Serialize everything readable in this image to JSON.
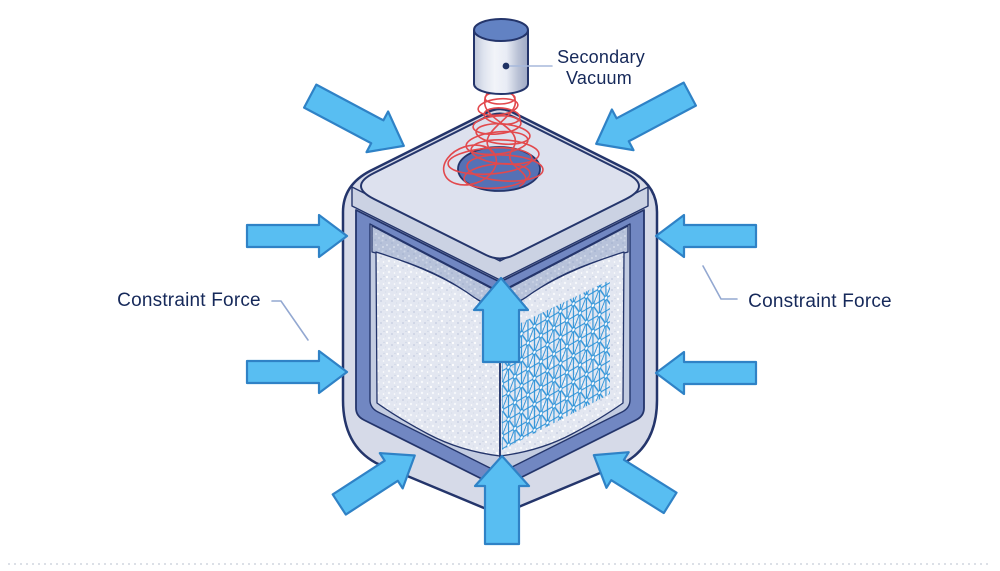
{
  "figure": {
    "type": "isometric-cutaway-diagram",
    "labels": {
      "secondary_vacuum": {
        "line1": "Secondary",
        "line2": "Vacuum"
      },
      "constraint_force_left": "Constraint Force",
      "constraint_force_right": "Constraint Force"
    },
    "arrows": [
      {
        "name": "constraint-arrow-top-left",
        "direction": "down-right"
      },
      {
        "name": "constraint-arrow-top-right",
        "direction": "down-left"
      },
      {
        "name": "constraint-arrow-left-upper",
        "direction": "right"
      },
      {
        "name": "constraint-arrow-left-lower",
        "direction": "right"
      },
      {
        "name": "constraint-arrow-right-upper",
        "direction": "left"
      },
      {
        "name": "constraint-arrow-right-lower",
        "direction": "left"
      },
      {
        "name": "constraint-arrow-bottom-left",
        "direction": "up-right"
      },
      {
        "name": "constraint-arrow-bottom-center",
        "direction": "up"
      },
      {
        "name": "constraint-arrow-bottom-right",
        "direction": "up-left"
      },
      {
        "name": "internal-pressure-arrow",
        "direction": "up"
      }
    ],
    "colors": {
      "arrow_fill": "#58bef2",
      "arrow_stroke": "#2f82c6",
      "outline_navy": "#24356b",
      "outer_shell": "#d6dae8",
      "top_face": "#dde1ee",
      "vacuum_gap_layer": "#7187c2",
      "inner_liner": "#c3cce1",
      "core_granular": "#e3e7f1",
      "core_top_surface": "#b7c2da",
      "lattice_blue": "#2e93d8",
      "coil_red": "#e2494d",
      "port_hole": "#5571b5",
      "cylinder_top": "#6282c3",
      "label_text": "#16295a",
      "leader_line": "#93a8d1"
    }
  }
}
